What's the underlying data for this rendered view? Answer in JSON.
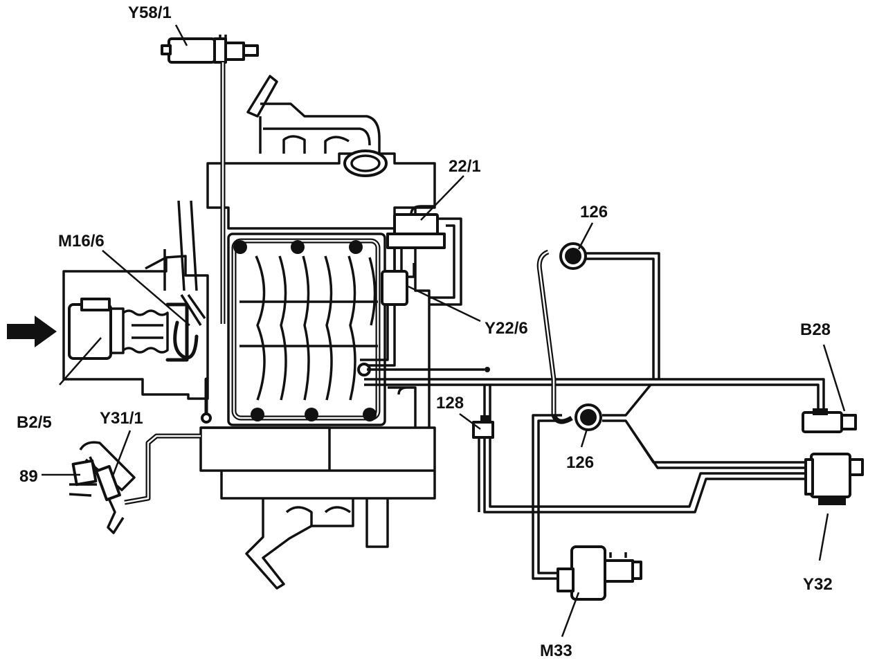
{
  "labels": {
    "y58_1": "Y58/1",
    "m16_6": "M16/6",
    "b2_5": "B2/5",
    "y31_1": "Y31/1",
    "n89": "89",
    "n22_1": "22/1",
    "y22_6": "Y22/6",
    "n126_top": "126",
    "n126_bottom": "126",
    "n128": "128",
    "b28": "B28",
    "y32": "Y32",
    "m33": "M33"
  },
  "colors": {
    "line": "#111111",
    "background": "#ffffff"
  },
  "icons": {
    "intake_arrow": "arrow-right-icon"
  }
}
